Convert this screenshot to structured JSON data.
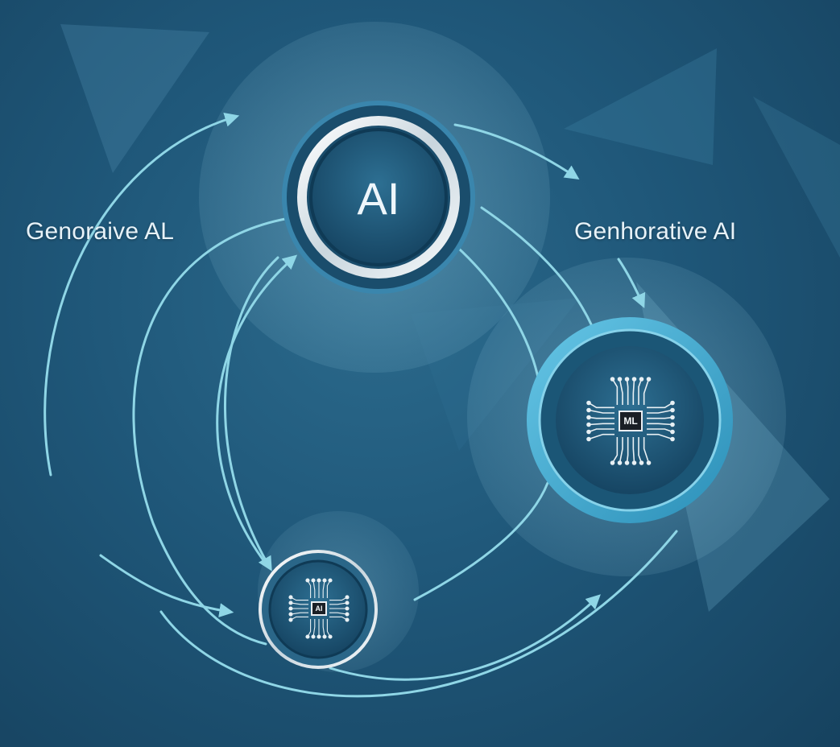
{
  "labels": {
    "left": "Genoraive AL",
    "right": "Genhorative AI"
  },
  "nodes": {
    "main": {
      "text": "AI",
      "icon": "ai-ring-icon"
    },
    "right": {
      "text": "ML",
      "icon": "circuit-chip-icon"
    },
    "bottom": {
      "text": "AI",
      "icon": "circuit-chip-icon"
    }
  },
  "colors": {
    "background_center": "#2b6a8c",
    "background_edge": "#16425f",
    "arrow": "#8fd6e6",
    "ring_accent": "#3fa9d1",
    "chip": "#1a1f26"
  }
}
